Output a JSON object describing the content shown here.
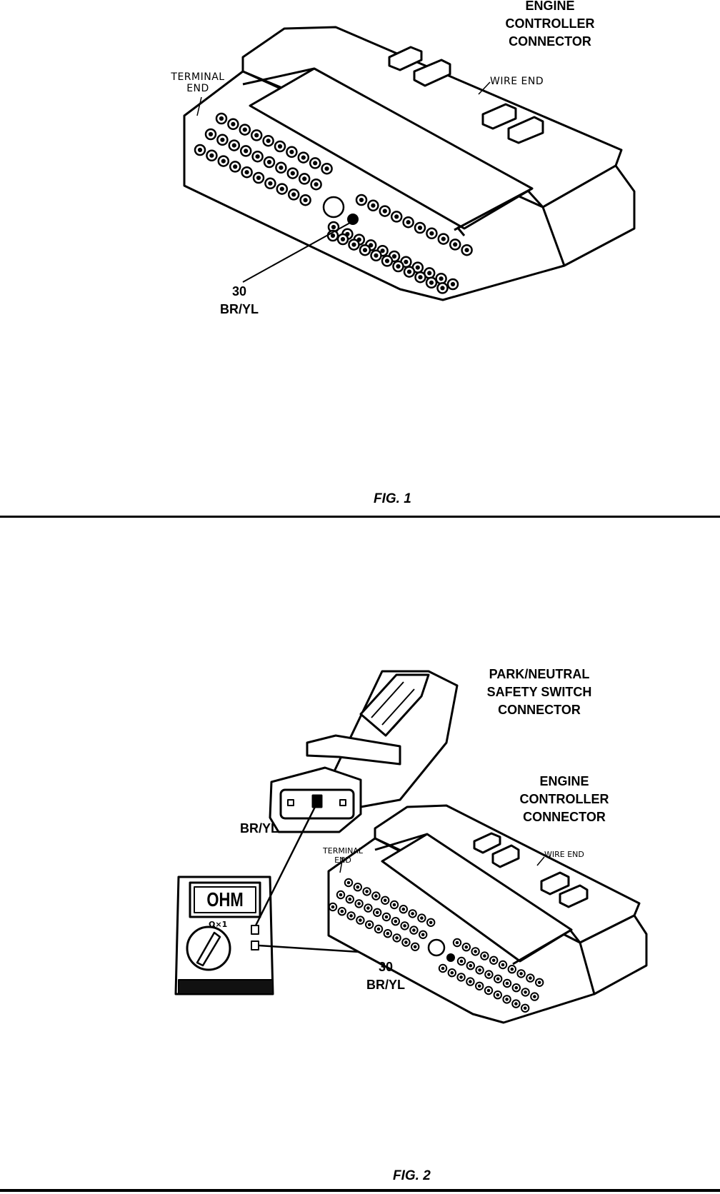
{
  "figure1": {
    "label_engine_controller": [
      "ENGINE",
      "CONTROLLER",
      "CONNECTOR"
    ],
    "label_terminal_end": [
      "TERMINAL",
      "END"
    ],
    "label_wire_end": "WIRE END",
    "label_pin_number": "30",
    "label_wire_color": "BR/YL",
    "caption": "FIG. 1"
  },
  "figure2": {
    "label_park_neutral": [
      "PARK/NEUTRAL",
      "SAFETY SWITCH",
      "CONNECTOR"
    ],
    "label_engine_controller": [
      "ENGINE",
      "CONTROLLER",
      "CONNECTOR"
    ],
    "label_terminal_end": [
      "TERMINAL",
      "END"
    ],
    "label_wire_end": "WIRE END",
    "label_switch_wire": "BR/YL",
    "label_pin_number": "30",
    "label_wire_color": "BR/YL",
    "ohmmeter_display": "OHM",
    "ohmmeter_range": "Ω×1",
    "caption": "FIG. 2"
  }
}
